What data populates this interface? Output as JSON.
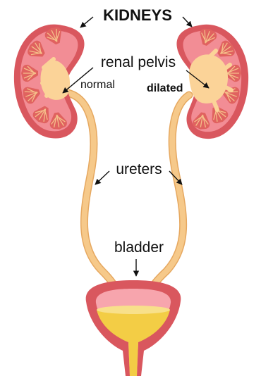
{
  "labels": {
    "title": "KIDNEYS",
    "renal_pelvis": "renal pelvis",
    "normal": "normal",
    "dilated": "dilated",
    "ureters": "ureters",
    "bladder": "bladder"
  },
  "colors": {
    "kidney_outer": "#d9575e",
    "kidney_inner": "#f28d95",
    "pyramid": "#e0625f",
    "pyramid_stripe": "#f5c08a",
    "pelvis": "#fbd398",
    "ureter": "#f6c98a",
    "ureter_shadow": "#e6a860",
    "bladder_wall": "#d9575e",
    "bladder_lining": "#f7a5ad",
    "urine": "#f3cd45",
    "urine_top": "#f8e08a",
    "label": "#111111"
  }
}
